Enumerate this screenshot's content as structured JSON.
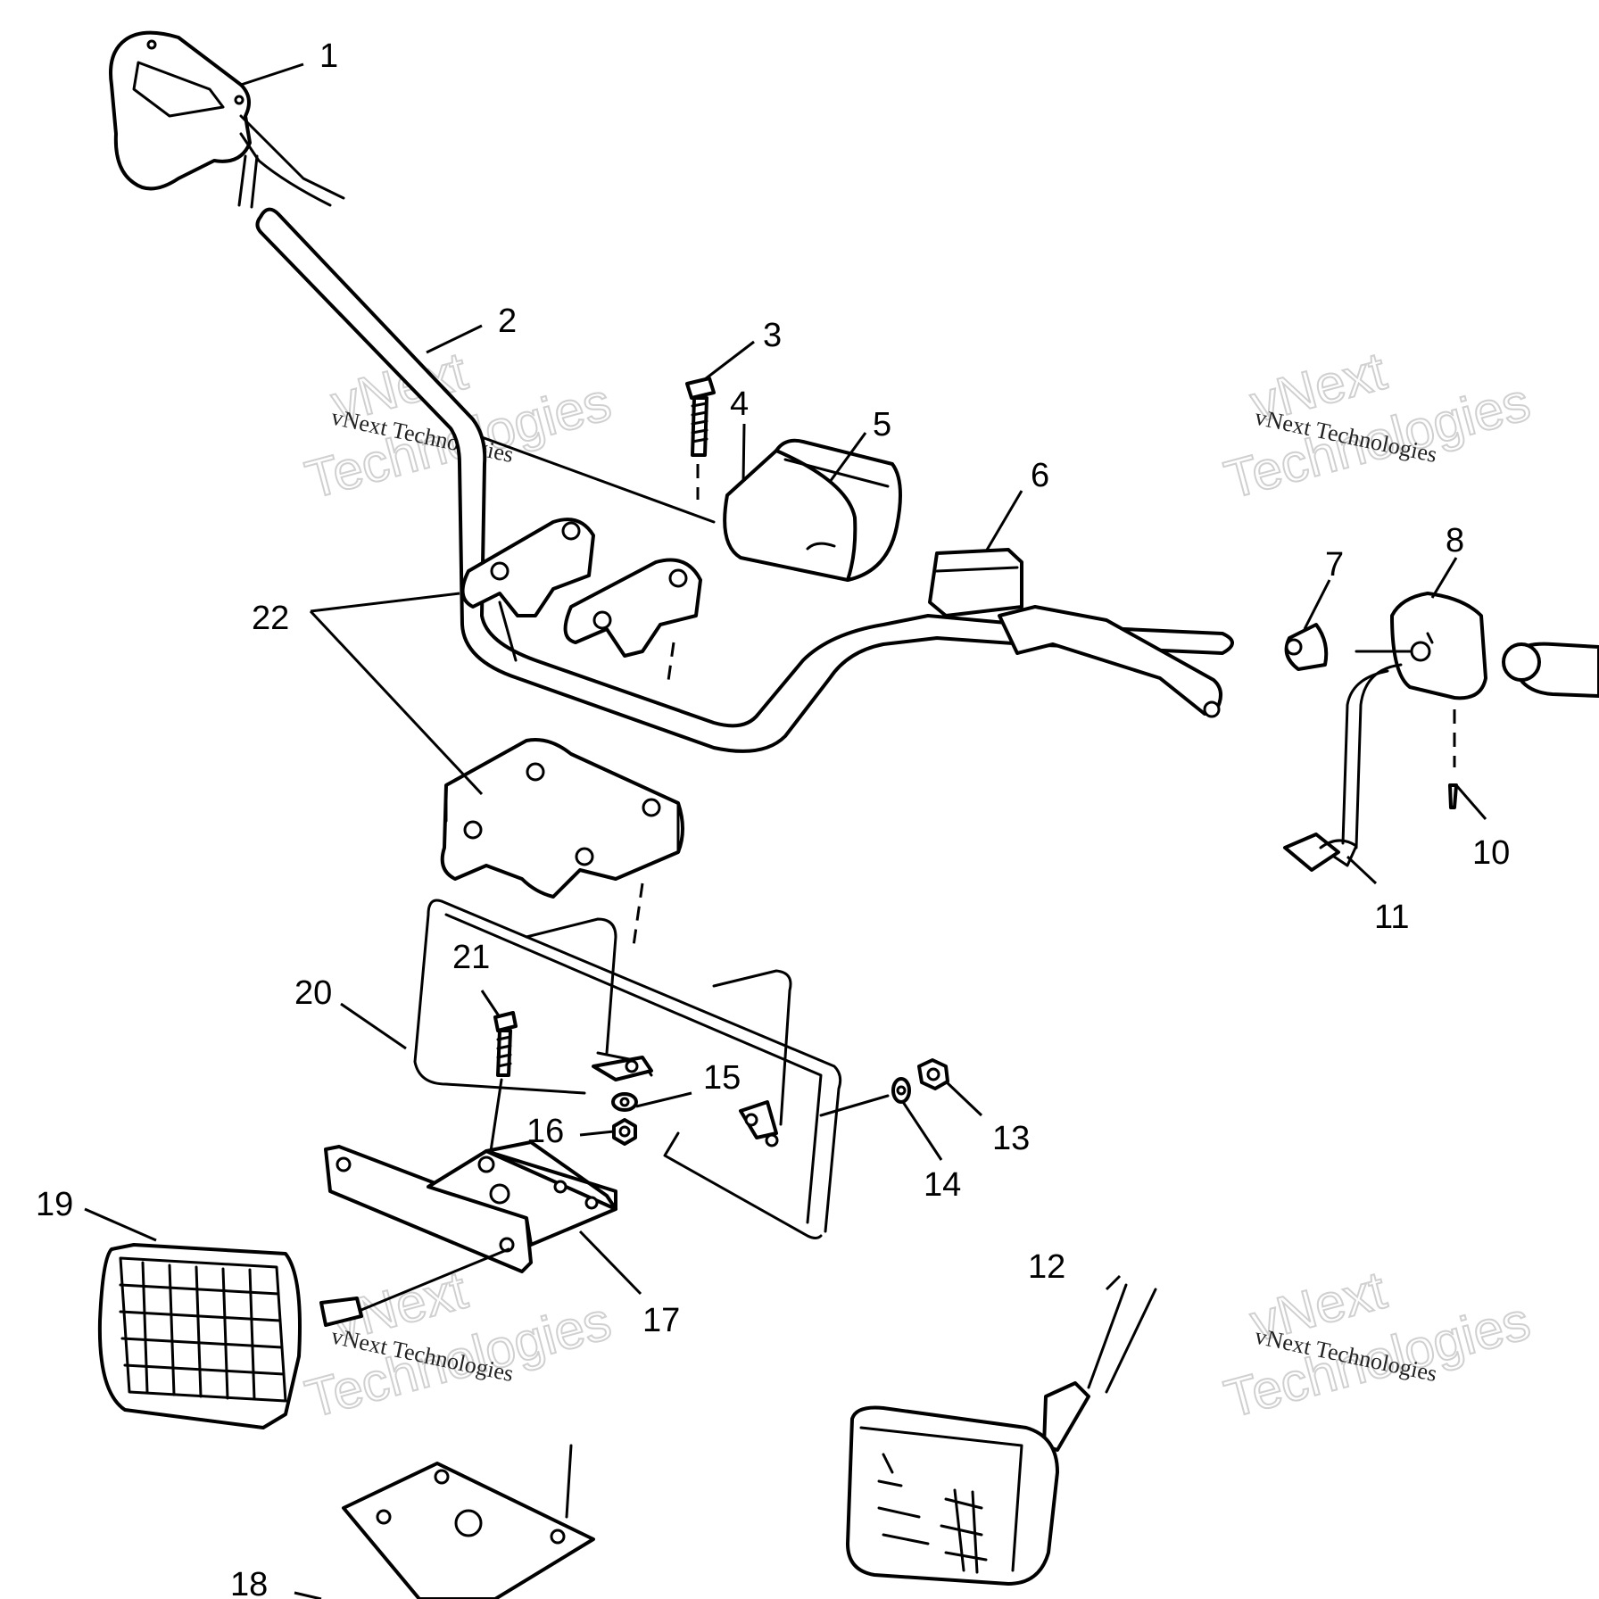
{
  "callouts": [
    "1",
    "2",
    "3",
    "4",
    "5",
    "6",
    "7",
    "8",
    "10",
    "11",
    "12",
    "13",
    "14",
    "15",
    "16",
    "17",
    "18",
    "19",
    "20",
    "21",
    "22"
  ],
  "watermark": {
    "big_line1": "vNext",
    "big_line2": "Technologies",
    "small": "vNext Technologies"
  },
  "colors": {
    "line": "#000000",
    "background": "#ffffff",
    "watermark": "#d0d0d0"
  }
}
